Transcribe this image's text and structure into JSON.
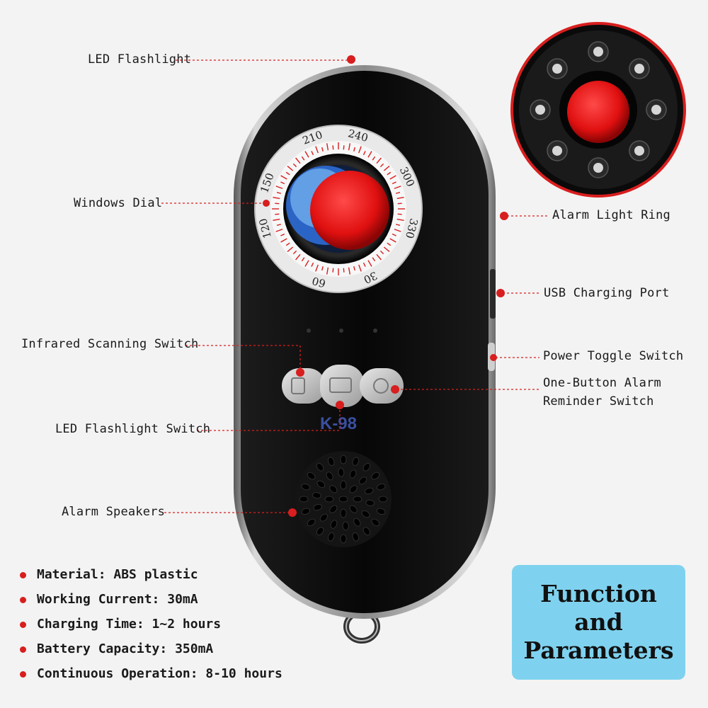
{
  "callouts": {
    "led_flashlight": "LED Flashlight",
    "windows_dial": "Windows Dial",
    "alarm_light_ring": "Alarm Light Ring",
    "usb_charging_port": "USB Charging Port",
    "infrared_scanning_switch": "Infrared Scanning Switch",
    "power_toggle_switch": "Power Toggle Switch",
    "one_button_alarm": "One-Button Alarm\nReminder Switch",
    "led_flashlight_switch": "LED Flashlight Switch",
    "alarm_speakers": "Alarm Speakers"
  },
  "device": {
    "model": "K-98",
    "dial_ticks": [
      "210",
      "240",
      "300",
      "330",
      "30",
      "60",
      "120",
      "150"
    ]
  },
  "specs": [
    "Material: ABS plastic",
    "Working Current: 30mA",
    "Charging Time: 1~2 hours",
    "Battery Capacity: 350mA",
    "Continuous Operation: 8-10 hours"
  ],
  "function_box": {
    "line1": "Function",
    "line2": "and",
    "line3": "Parameters"
  },
  "colors": {
    "accent_red": "#d81e1e",
    "box_blue": "#7fd2ef",
    "device_body": "#0d0d0d"
  }
}
